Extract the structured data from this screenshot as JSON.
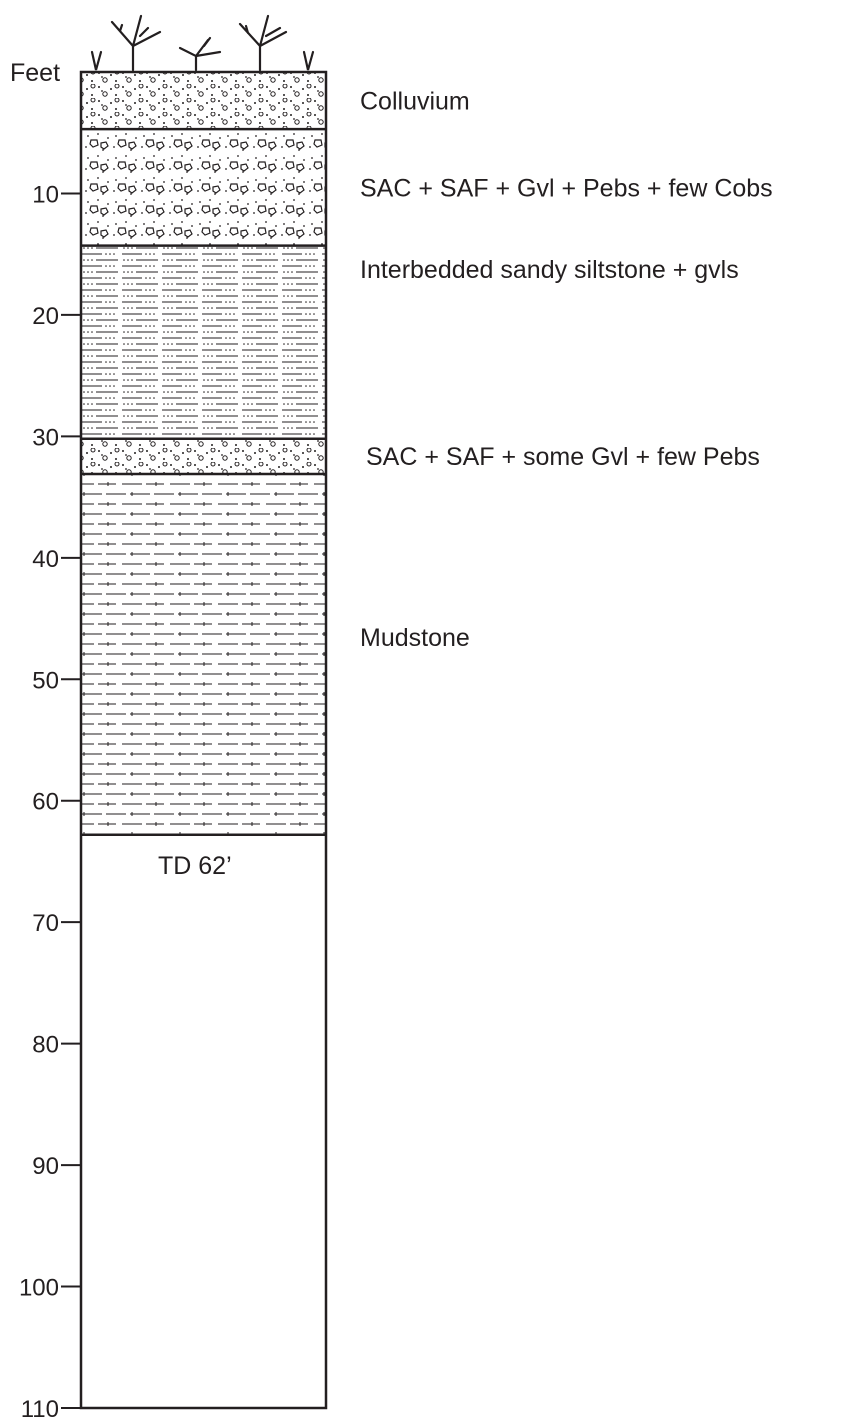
{
  "axis": {
    "unit_label": "Feet",
    "ticks": [
      10,
      20,
      30,
      40,
      50,
      60,
      70,
      80,
      90,
      100,
      110
    ]
  },
  "column": {
    "top_depth_ft": 0,
    "bottom_depth_ft": 110
  },
  "layers": [
    {
      "id": "colluvium",
      "top_ft": 0,
      "bottom_ft": 4.7,
      "pattern": "sand-dots-fine",
      "label": "Colluvium"
    },
    {
      "id": "gravel-sand",
      "top_ft": 4.7,
      "bottom_ft": 14.3,
      "pattern": "gravel-pebbles",
      "label": "SAC + SAF + Gvl + Pebs + few Cobs"
    },
    {
      "id": "sandy-siltstone",
      "top_ft": 14.3,
      "bottom_ft": 30.2,
      "pattern": "sandy-siltstone",
      "label": "Interbedded sandy siltstone + gvls"
    },
    {
      "id": "sand-gravel",
      "top_ft": 30.2,
      "bottom_ft": 33.1,
      "pattern": "sand-dots-fine",
      "label": "SAC + SAF + some Gvl + few Pebs"
    },
    {
      "id": "mudstone",
      "top_ft": 33.1,
      "bottom_ft": 62.8,
      "pattern": "mudstone",
      "label": "Mudstone"
    }
  ],
  "total_depth": {
    "label": "TD 62’",
    "depth_ft": 62
  },
  "surface": {
    "symbol": "vegetation-icon"
  }
}
